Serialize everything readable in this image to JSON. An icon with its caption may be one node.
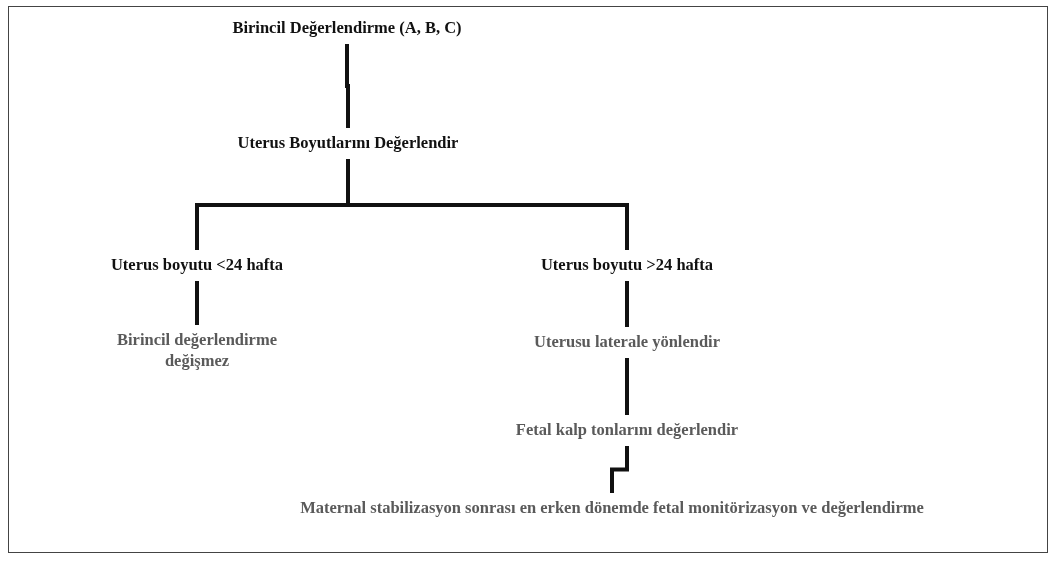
{
  "diagram": {
    "nodes": [
      {
        "text": [
          "Birincil Değerlendirme (A, B, C)"
        ]
      },
      {
        "text": [
          "Uterus Boyutlarını Değerlendir"
        ]
      },
      {
        "text": [
          "Uterus boyutu <24 hafta"
        ]
      },
      {
        "text": [
          "Uterus boyutu >24 hafta"
        ]
      },
      {
        "text": [
          "Birincil değerlendirme değişmez"
        ]
      },
      {
        "text": [
          "Uterusu laterale yönlendir"
        ]
      },
      {
        "text": [
          "Fetal kalp tonlarını değerlendir"
        ]
      },
      {
        "text": [
          "Maternal stabilizasyon sonrası en erken dönemde fetal monitörizasyon ve değerlendirme"
        ]
      }
    ],
    "edges": [
      {
        "from": 0,
        "to": 1,
        "arrow": "none"
      },
      {
        "from": 1,
        "to": 2,
        "arrow": "none"
      },
      {
        "from": 1,
        "to": 3,
        "arrow": "none"
      },
      {
        "from": 2,
        "to": 4,
        "arrow": "none"
      },
      {
        "from": 3,
        "to": 5,
        "arrow": "none"
      },
      {
        "from": 5,
        "to": 6,
        "arrow": "none"
      },
      {
        "from": 6,
        "to": 7,
        "arrow": "none"
      }
    ]
  }
}
